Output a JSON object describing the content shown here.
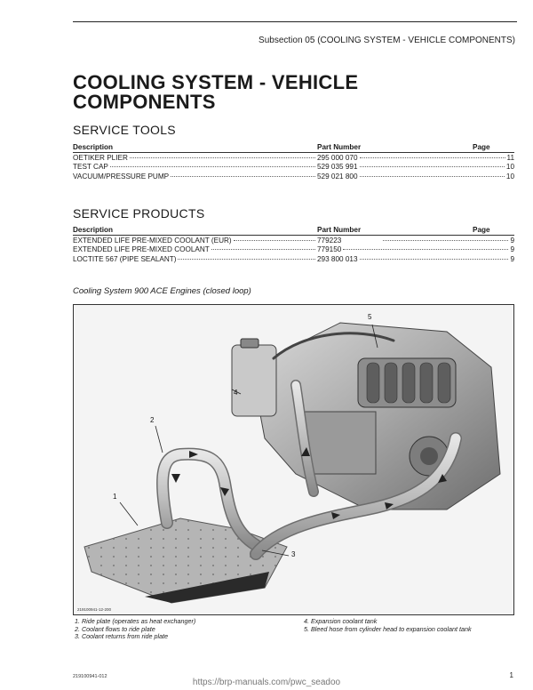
{
  "header": {
    "subsection": "Subsection 05   (COOLING SYSTEM - VEHICLE COMPONENTS)"
  },
  "title": "COOLING SYSTEM - VEHICLE COMPONENTS",
  "service_tools": {
    "heading": "SERVICE TOOLS",
    "columns": [
      "Description",
      "Part Number",
      "Page"
    ],
    "rows": [
      {
        "desc": "OETIKER PLIER",
        "part": "295 000 070",
        "page": "11"
      },
      {
        "desc": "TEST CAP",
        "part": "529 035 991",
        "page": "10"
      },
      {
        "desc": "VACUUM/PRESSURE PUMP",
        "part": "529 021 800",
        "page": "10"
      }
    ]
  },
  "service_products": {
    "heading": "SERVICE PRODUCTS",
    "columns": [
      "Description",
      "Part Number",
      "Page"
    ],
    "rows": [
      {
        "desc": "EXTENDED LIFE PRE-MIXED COOLANT (EUR)",
        "part": "779223",
        "page": "9"
      },
      {
        "desc": "EXTENDED LIFE PRE-MIXED COOLANT",
        "part": "779150",
        "page": "9"
      },
      {
        "desc": "LOCTITE 567 (PIPE SEALANT)",
        "part": "293 800 013",
        "page": "9"
      }
    ]
  },
  "figure": {
    "caption": "Cooling System 900 ACE Engines (closed loop)",
    "code": "219100941-12-200",
    "callouts": [
      "1",
      "2",
      "3",
      "4",
      "5"
    ],
    "legend_left": [
      "1.  Ride plate (operates as heat exchanger)",
      "2.  Coolant flows to ride plate",
      "3.  Coolant returns from ride plate"
    ],
    "legend_right": [
      "4.  Expansion coolant tank",
      "5.  Bleed hose from cylinder head to expansion coolant tank"
    ]
  },
  "footer": {
    "doc_code": "219100941-012",
    "page_number": "1",
    "url": "https://brp-manuals.com/pwc_seadoo"
  }
}
